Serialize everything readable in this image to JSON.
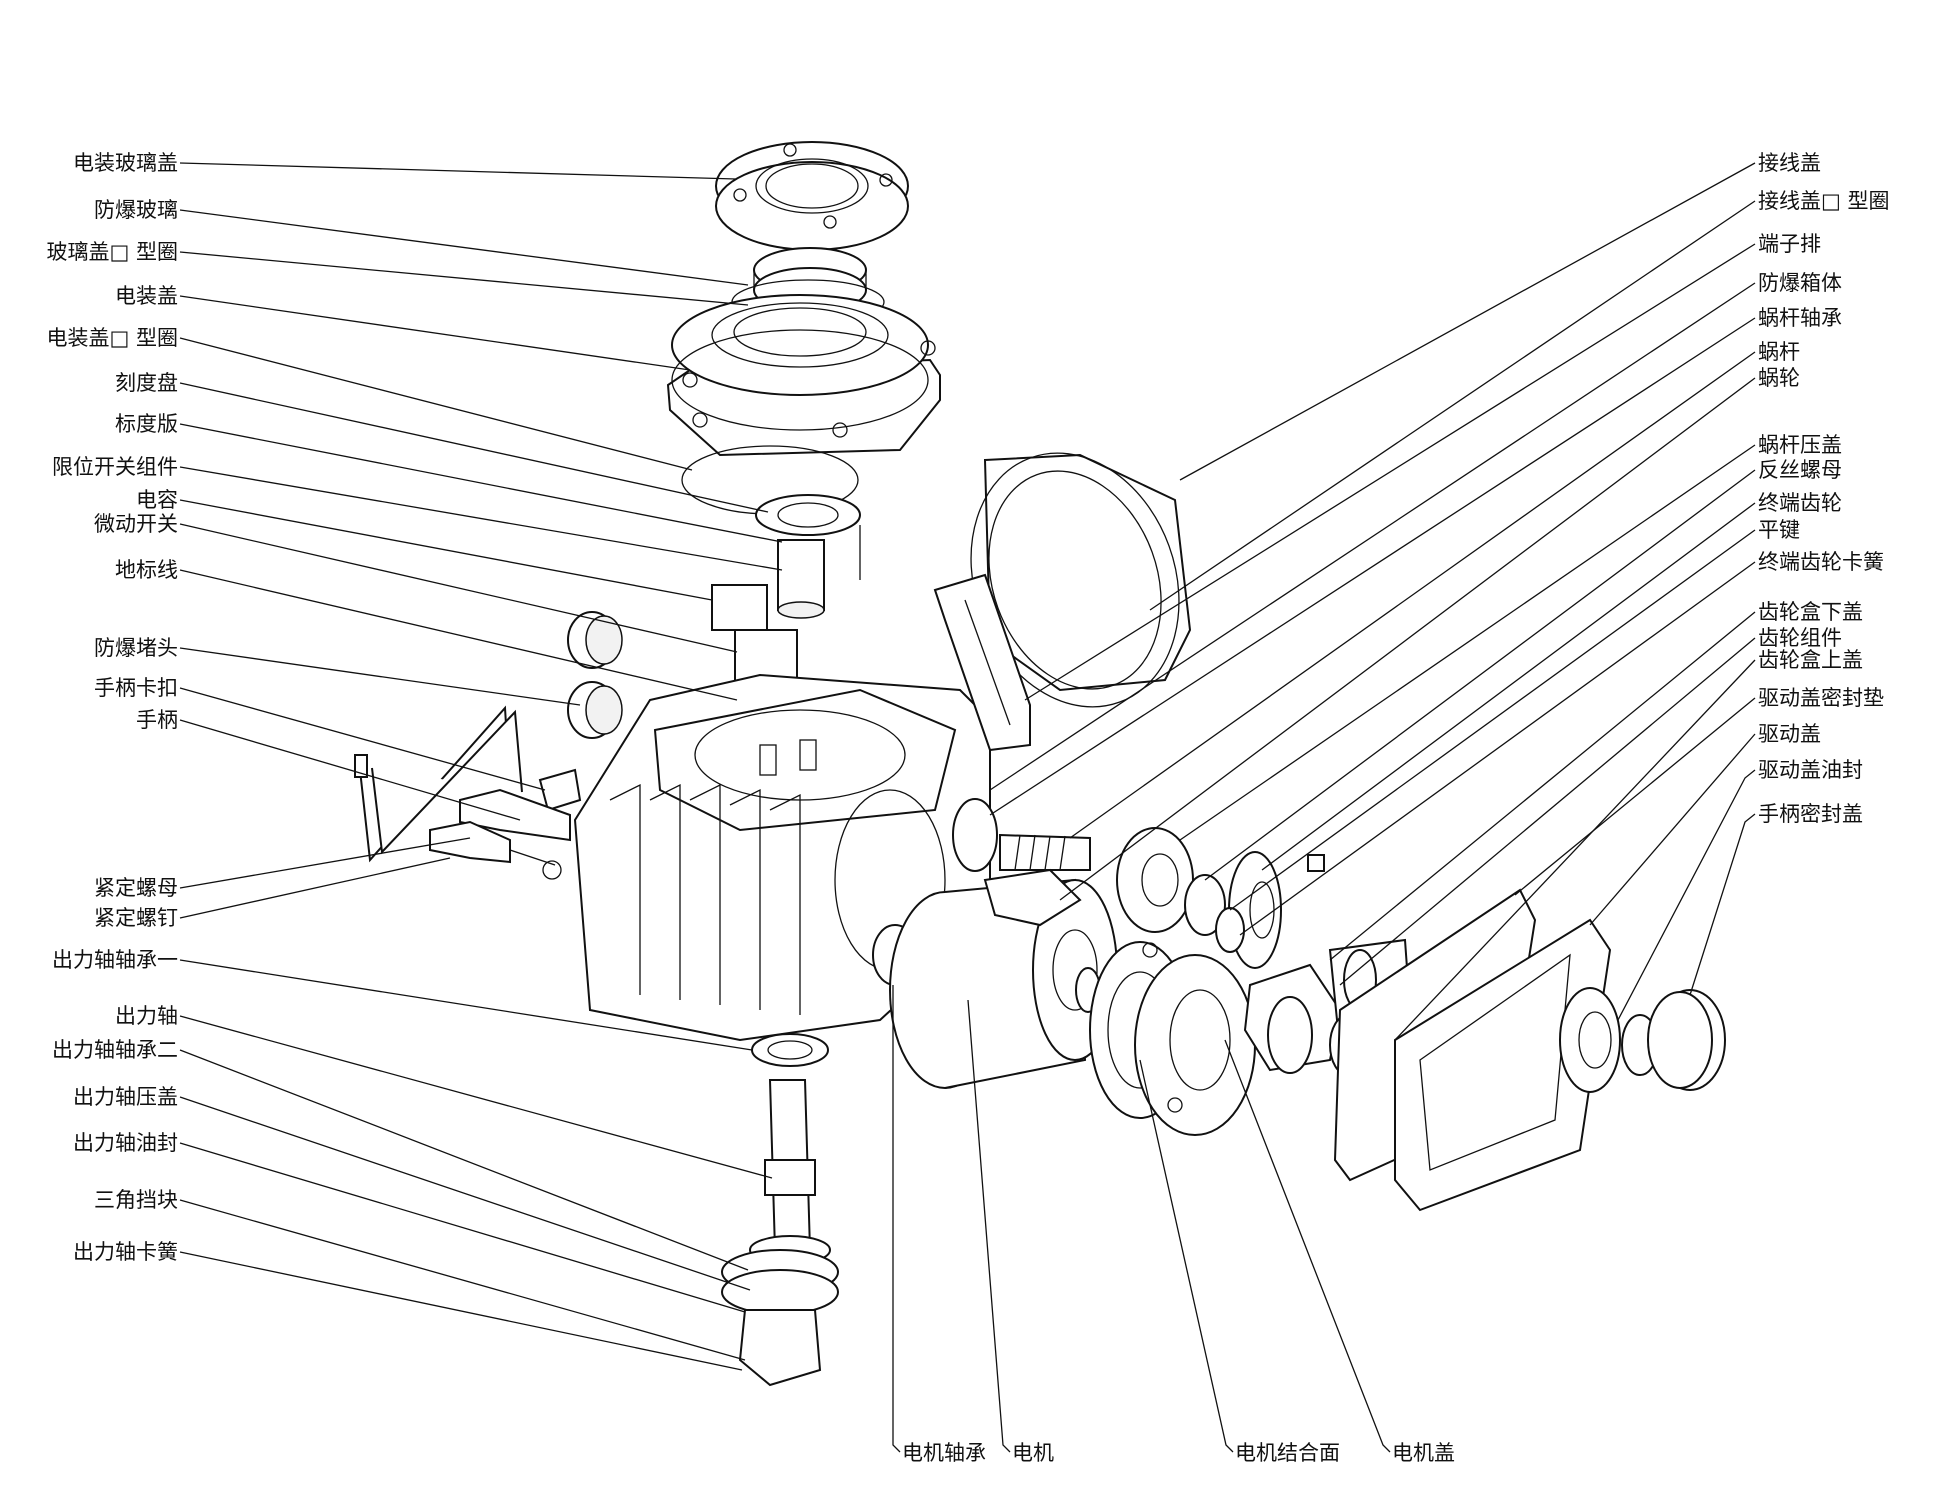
{
  "colors": {
    "ink": "#111111",
    "paper": "#ffffff",
    "shade": "#f2f2f2"
  },
  "labels_left": [
    {
      "id": "l01",
      "text": "电装玻璃盖"
    },
    {
      "id": "l02",
      "text": "防爆玻璃"
    },
    {
      "id": "l03",
      "text": "玻璃盖□ 型圈"
    },
    {
      "id": "l04",
      "text": "电装盖"
    },
    {
      "id": "l05",
      "text": "电装盖□ 型圈"
    },
    {
      "id": "l06",
      "text": "刻度盘"
    },
    {
      "id": "l07",
      "text": "标度版"
    },
    {
      "id": "l08",
      "text": "限位开关组件"
    },
    {
      "id": "l09",
      "text": "电容"
    },
    {
      "id": "l10",
      "text": "微动开关"
    },
    {
      "id": "l11",
      "text": "地标线"
    },
    {
      "id": "l12",
      "text": "防爆堵头"
    },
    {
      "id": "l13",
      "text": "手柄卡扣"
    },
    {
      "id": "l14",
      "text": "手柄"
    },
    {
      "id": "l15",
      "text": "紧定螺母"
    },
    {
      "id": "l16",
      "text": "紧定螺钉"
    },
    {
      "id": "l17",
      "text": "出力轴轴承一"
    },
    {
      "id": "l18",
      "text": "出力轴"
    },
    {
      "id": "l19",
      "text": "出力轴轴承二"
    },
    {
      "id": "l20",
      "text": "出力轴压盖"
    },
    {
      "id": "l21",
      "text": "出力轴油封"
    },
    {
      "id": "l22",
      "text": "三角挡块"
    },
    {
      "id": "l23",
      "text": "出力轴卡簧"
    }
  ],
  "labels_right": [
    {
      "id": "r01",
      "text": "接线盖"
    },
    {
      "id": "r02",
      "text": "接线盖□ 型圈"
    },
    {
      "id": "r03",
      "text": "端子排"
    },
    {
      "id": "r04",
      "text": "防爆箱体"
    },
    {
      "id": "r05",
      "text": "蜗杆轴承"
    },
    {
      "id": "r06",
      "text": "蜗杆"
    },
    {
      "id": "r07",
      "text": "蜗轮"
    },
    {
      "id": "r08",
      "text": "蜗杆压盖"
    },
    {
      "id": "r09",
      "text": "反丝螺母"
    },
    {
      "id": "r10",
      "text": "终端齿轮"
    },
    {
      "id": "r11",
      "text": "平键"
    },
    {
      "id": "r12",
      "text": "终端齿轮卡簧"
    },
    {
      "id": "r13",
      "text": "齿轮盒下盖"
    },
    {
      "id": "r14",
      "text": "齿轮组件"
    },
    {
      "id": "r15",
      "text": "齿轮盒上盖"
    },
    {
      "id": "r16",
      "text": "驱动盖密封垫"
    },
    {
      "id": "r17",
      "text": "驱动盖"
    },
    {
      "id": "r18",
      "text": "驱动盖油封"
    },
    {
      "id": "r19",
      "text": "手柄密封盖"
    }
  ],
  "labels_bottom": [
    {
      "id": "b01",
      "text": "电机轴承"
    },
    {
      "id": "b02",
      "text": "电机"
    },
    {
      "id": "b03",
      "text": "电机结合面"
    },
    {
      "id": "b04",
      "text": "电机盖"
    }
  ]
}
